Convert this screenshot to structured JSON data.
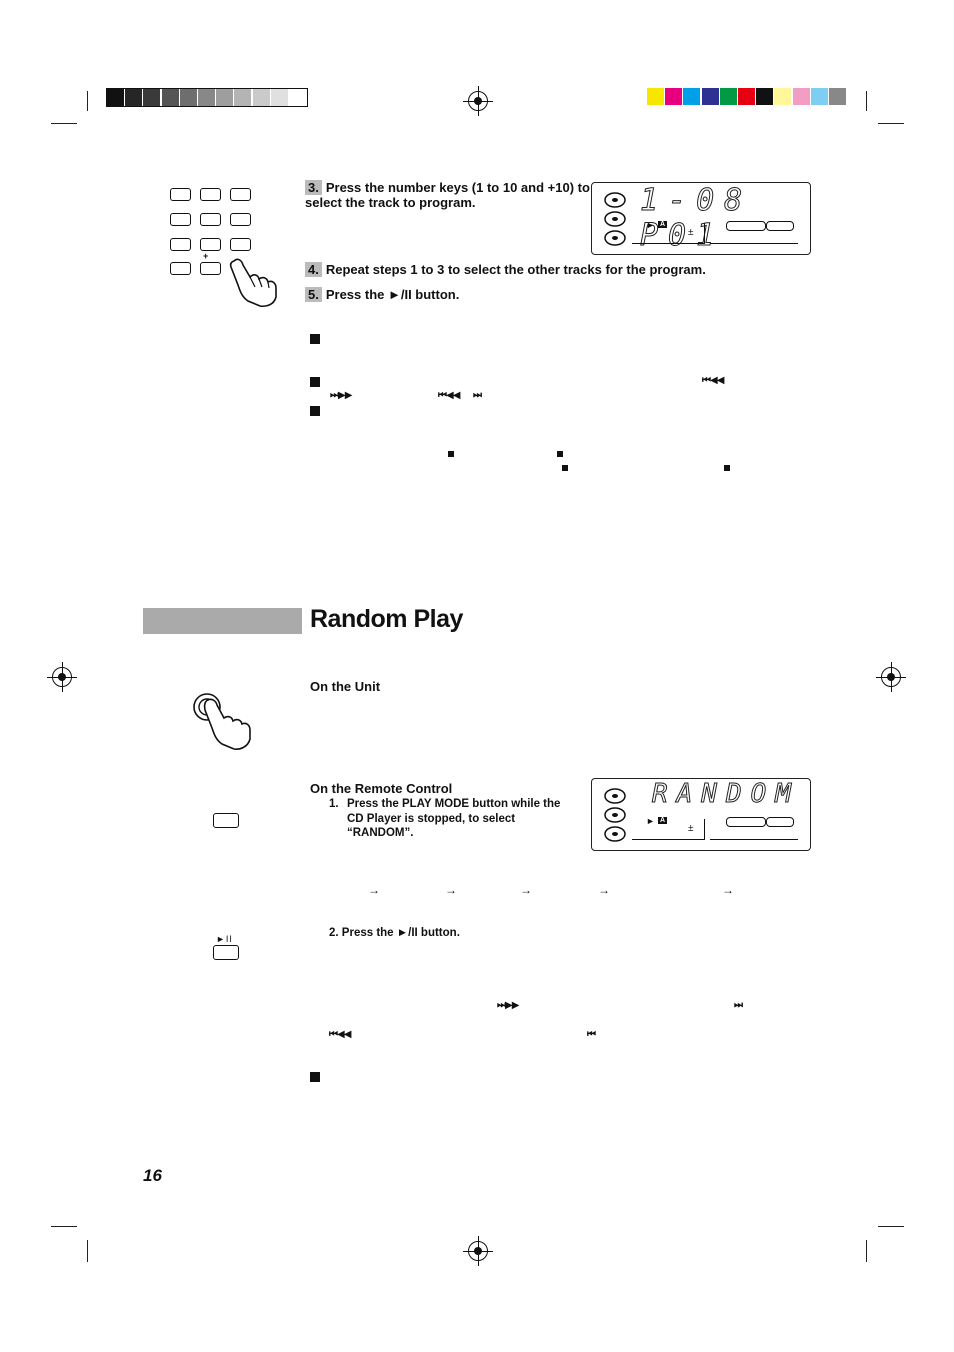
{
  "colors": {
    "gray_bar": [
      "#111111",
      "#262626",
      "#3a3a3a",
      "#555555",
      "#6e6e6e",
      "#888888",
      "#9e9e9e",
      "#b4b4b4",
      "#cacaca",
      "#e0e0e0",
      "#ffffff"
    ],
    "color_bar": [
      "#f7e600",
      "#e6007e",
      "#00a0e9",
      "#2e3192",
      "#009944",
      "#e60012",
      "#111111",
      "#fff799",
      "#f19ec2",
      "#7ecef4",
      "#888888"
    ],
    "section_bar": "#aaaaaa"
  },
  "program": {
    "step3_num": "3.",
    "step3_text": "Press the number keys (1 to 10 and +10) to select the track to program.",
    "step4_num": "4.",
    "step4_text": "Repeat steps 1 to 3 to select the other tracks for the program.",
    "step5_num": "5.",
    "step5_text": "Press the ►/II button.",
    "lcd1": "1-08  P01",
    "keypad_plus": "+"
  },
  "random": {
    "title": "Random Play",
    "on_unit": "On the Unit",
    "on_remote": "On the Remote Control",
    "step1_num": "1.",
    "step1_text": "Press the PLAY MODE button while the CD Player is stopped, to select “RANDOM”.",
    "step2_num": "2.",
    "step2_text": "Press the ►/II button.",
    "lcd2": "RANDOM",
    "play_pause_symbol": "►II"
  },
  "controls": {
    "prev": "⏮◀◀",
    "next": "⏭▶▶",
    "skip_prev": "⏮",
    "skip_next": "⏭",
    "stop": "■",
    "arrow": "→",
    "lcd_play": "►",
    "lcd_a": "A",
    "lcd_repeat": "±"
  },
  "page_number": "16"
}
